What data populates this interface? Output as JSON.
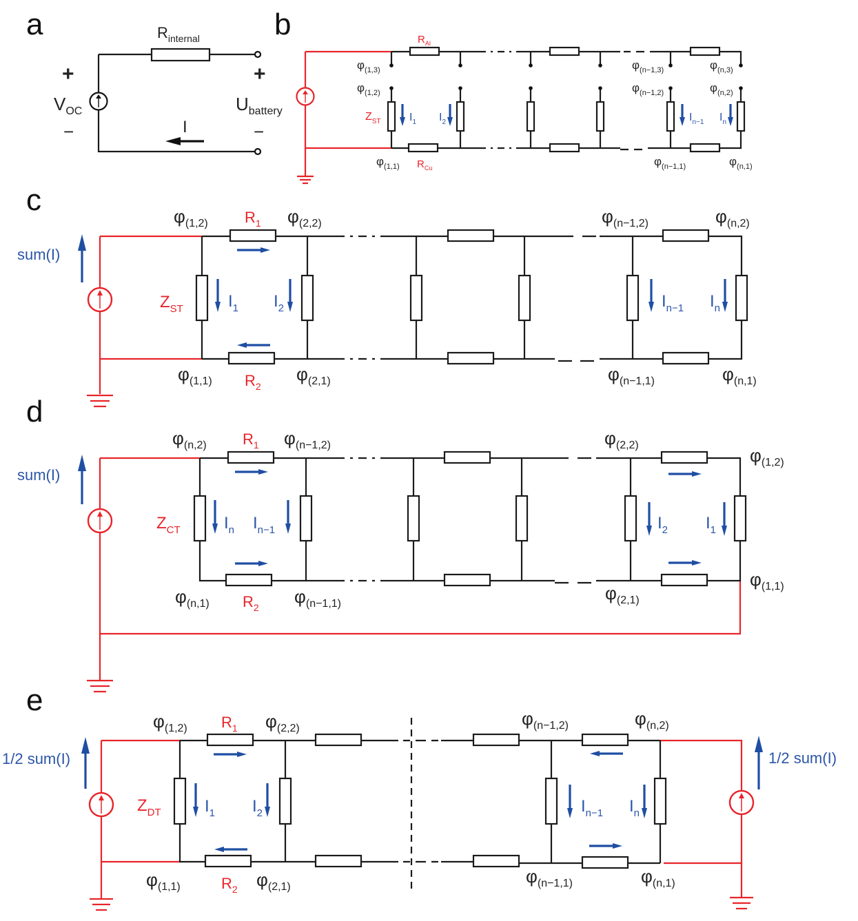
{
  "colors": {
    "wire": "#1a1a1a",
    "source_wire": "#e8242a",
    "current_label": "#2b55a8",
    "current_arrow": "#1f4ea3",
    "node_label": "#222222"
  },
  "panels": {
    "a": {
      "label": "a",
      "resistor": {
        "main": "R",
        "sub": "internal"
      },
      "source": {
        "main": "V",
        "sub": "OC",
        "plus": "+",
        "minus": "−"
      },
      "terminal": {
        "main": "U",
        "sub": "battery",
        "plus": "+",
        "minus": "−"
      },
      "current": "I"
    },
    "b": {
      "label": "b",
      "top_resistor": {
        "main": "R",
        "sub": "Al"
      },
      "bottom_resistor": {
        "main": "R",
        "sub": "Cu"
      },
      "impedance": {
        "main": "Z",
        "sub": "ST"
      },
      "nodes": [
        {
          "phi": "φ",
          "idx": "(1,3)"
        },
        {
          "phi": "φ",
          "idx": "(1,2)"
        },
        {
          "phi": "φ",
          "idx": "(1,1)"
        },
        {
          "phi": "φ",
          "idx": "(n−1,3)"
        },
        {
          "phi": "φ",
          "idx": "(n−1,2)"
        },
        {
          "phi": "φ",
          "idx": "(n−1,1)"
        },
        {
          "phi": "φ",
          "idx": "(n,3)"
        },
        {
          "phi": "φ",
          "idx": "(n,2)"
        },
        {
          "phi": "φ",
          "idx": "(n,1)"
        }
      ],
      "currents": [
        {
          "main": "I",
          "sub": "1"
        },
        {
          "main": "I",
          "sub": "2"
        },
        {
          "main": "I",
          "sub": "n−1"
        },
        {
          "main": "I",
          "sub": "n"
        }
      ]
    },
    "c": {
      "label": "c",
      "source_current": "sum(I)",
      "r1": {
        "main": "R",
        "sub": "1"
      },
      "r2": {
        "main": "R",
        "sub": "2"
      },
      "impedance": {
        "main": "Z",
        "sub": "ST"
      },
      "nodes": [
        {
          "phi": "φ",
          "idx": "(1,2)"
        },
        {
          "phi": "φ",
          "idx": "(2,2)"
        },
        {
          "phi": "φ",
          "idx": "(n−1,2)"
        },
        {
          "phi": "φ",
          "idx": "(n,2)"
        },
        {
          "phi": "φ",
          "idx": "(1,1)"
        },
        {
          "phi": "φ",
          "idx": "(2,1)"
        },
        {
          "phi": "φ",
          "idx": "(n−1,1)"
        },
        {
          "phi": "φ",
          "idx": "(n,1)"
        }
      ],
      "currents": [
        {
          "main": "I",
          "sub": "1"
        },
        {
          "main": "I",
          "sub": "2"
        },
        {
          "main": "I",
          "sub": "n−1"
        },
        {
          "main": "I",
          "sub": "n"
        }
      ]
    },
    "d": {
      "label": "d",
      "source_current": "sum(I)",
      "r1": {
        "main": "R",
        "sub": "1"
      },
      "r2": {
        "main": "R",
        "sub": "2"
      },
      "impedance": {
        "main": "Z",
        "sub": "CT"
      },
      "nodes": [
        {
          "phi": "φ",
          "idx": "(n,2)"
        },
        {
          "phi": "φ",
          "idx": "(n−1,2)"
        },
        {
          "phi": "φ",
          "idx": "(2,2)"
        },
        {
          "phi": "φ",
          "idx": "(1,2)"
        },
        {
          "phi": "φ",
          "idx": "(n,1)"
        },
        {
          "phi": "φ",
          "idx": "(n−1,1)"
        },
        {
          "phi": "φ",
          "idx": "(2,1)"
        },
        {
          "phi": "φ",
          "idx": "(1,1)"
        }
      ],
      "currents": [
        {
          "main": "I",
          "sub": "n"
        },
        {
          "main": "I",
          "sub": "n−1"
        },
        {
          "main": "I",
          "sub": "2"
        },
        {
          "main": "I",
          "sub": "1"
        }
      ]
    },
    "e": {
      "label": "e",
      "source_current_left": "1/2 sum(I)",
      "source_current_right": "1/2 sum(I)",
      "r1": {
        "main": "R",
        "sub": "1"
      },
      "r2": {
        "main": "R",
        "sub": "2"
      },
      "impedance": {
        "main": "Z",
        "sub": "DT"
      },
      "nodes": [
        {
          "phi": "φ",
          "idx": "(1,2)"
        },
        {
          "phi": "φ",
          "idx": "(2,2)"
        },
        {
          "phi": "φ",
          "idx": "(n−1,2)"
        },
        {
          "phi": "φ",
          "idx": "(n,2)"
        },
        {
          "phi": "φ",
          "idx": "(1,1)"
        },
        {
          "phi": "φ",
          "idx": "(2,1)"
        },
        {
          "phi": "φ",
          "idx": "(n−1,1)"
        },
        {
          "phi": "φ",
          "idx": "(n,1)"
        }
      ],
      "currents": [
        {
          "main": "I",
          "sub": "1"
        },
        {
          "main": "I",
          "sub": "2"
        },
        {
          "main": "I",
          "sub": "n−1"
        },
        {
          "main": "I",
          "sub": "n"
        }
      ]
    }
  }
}
